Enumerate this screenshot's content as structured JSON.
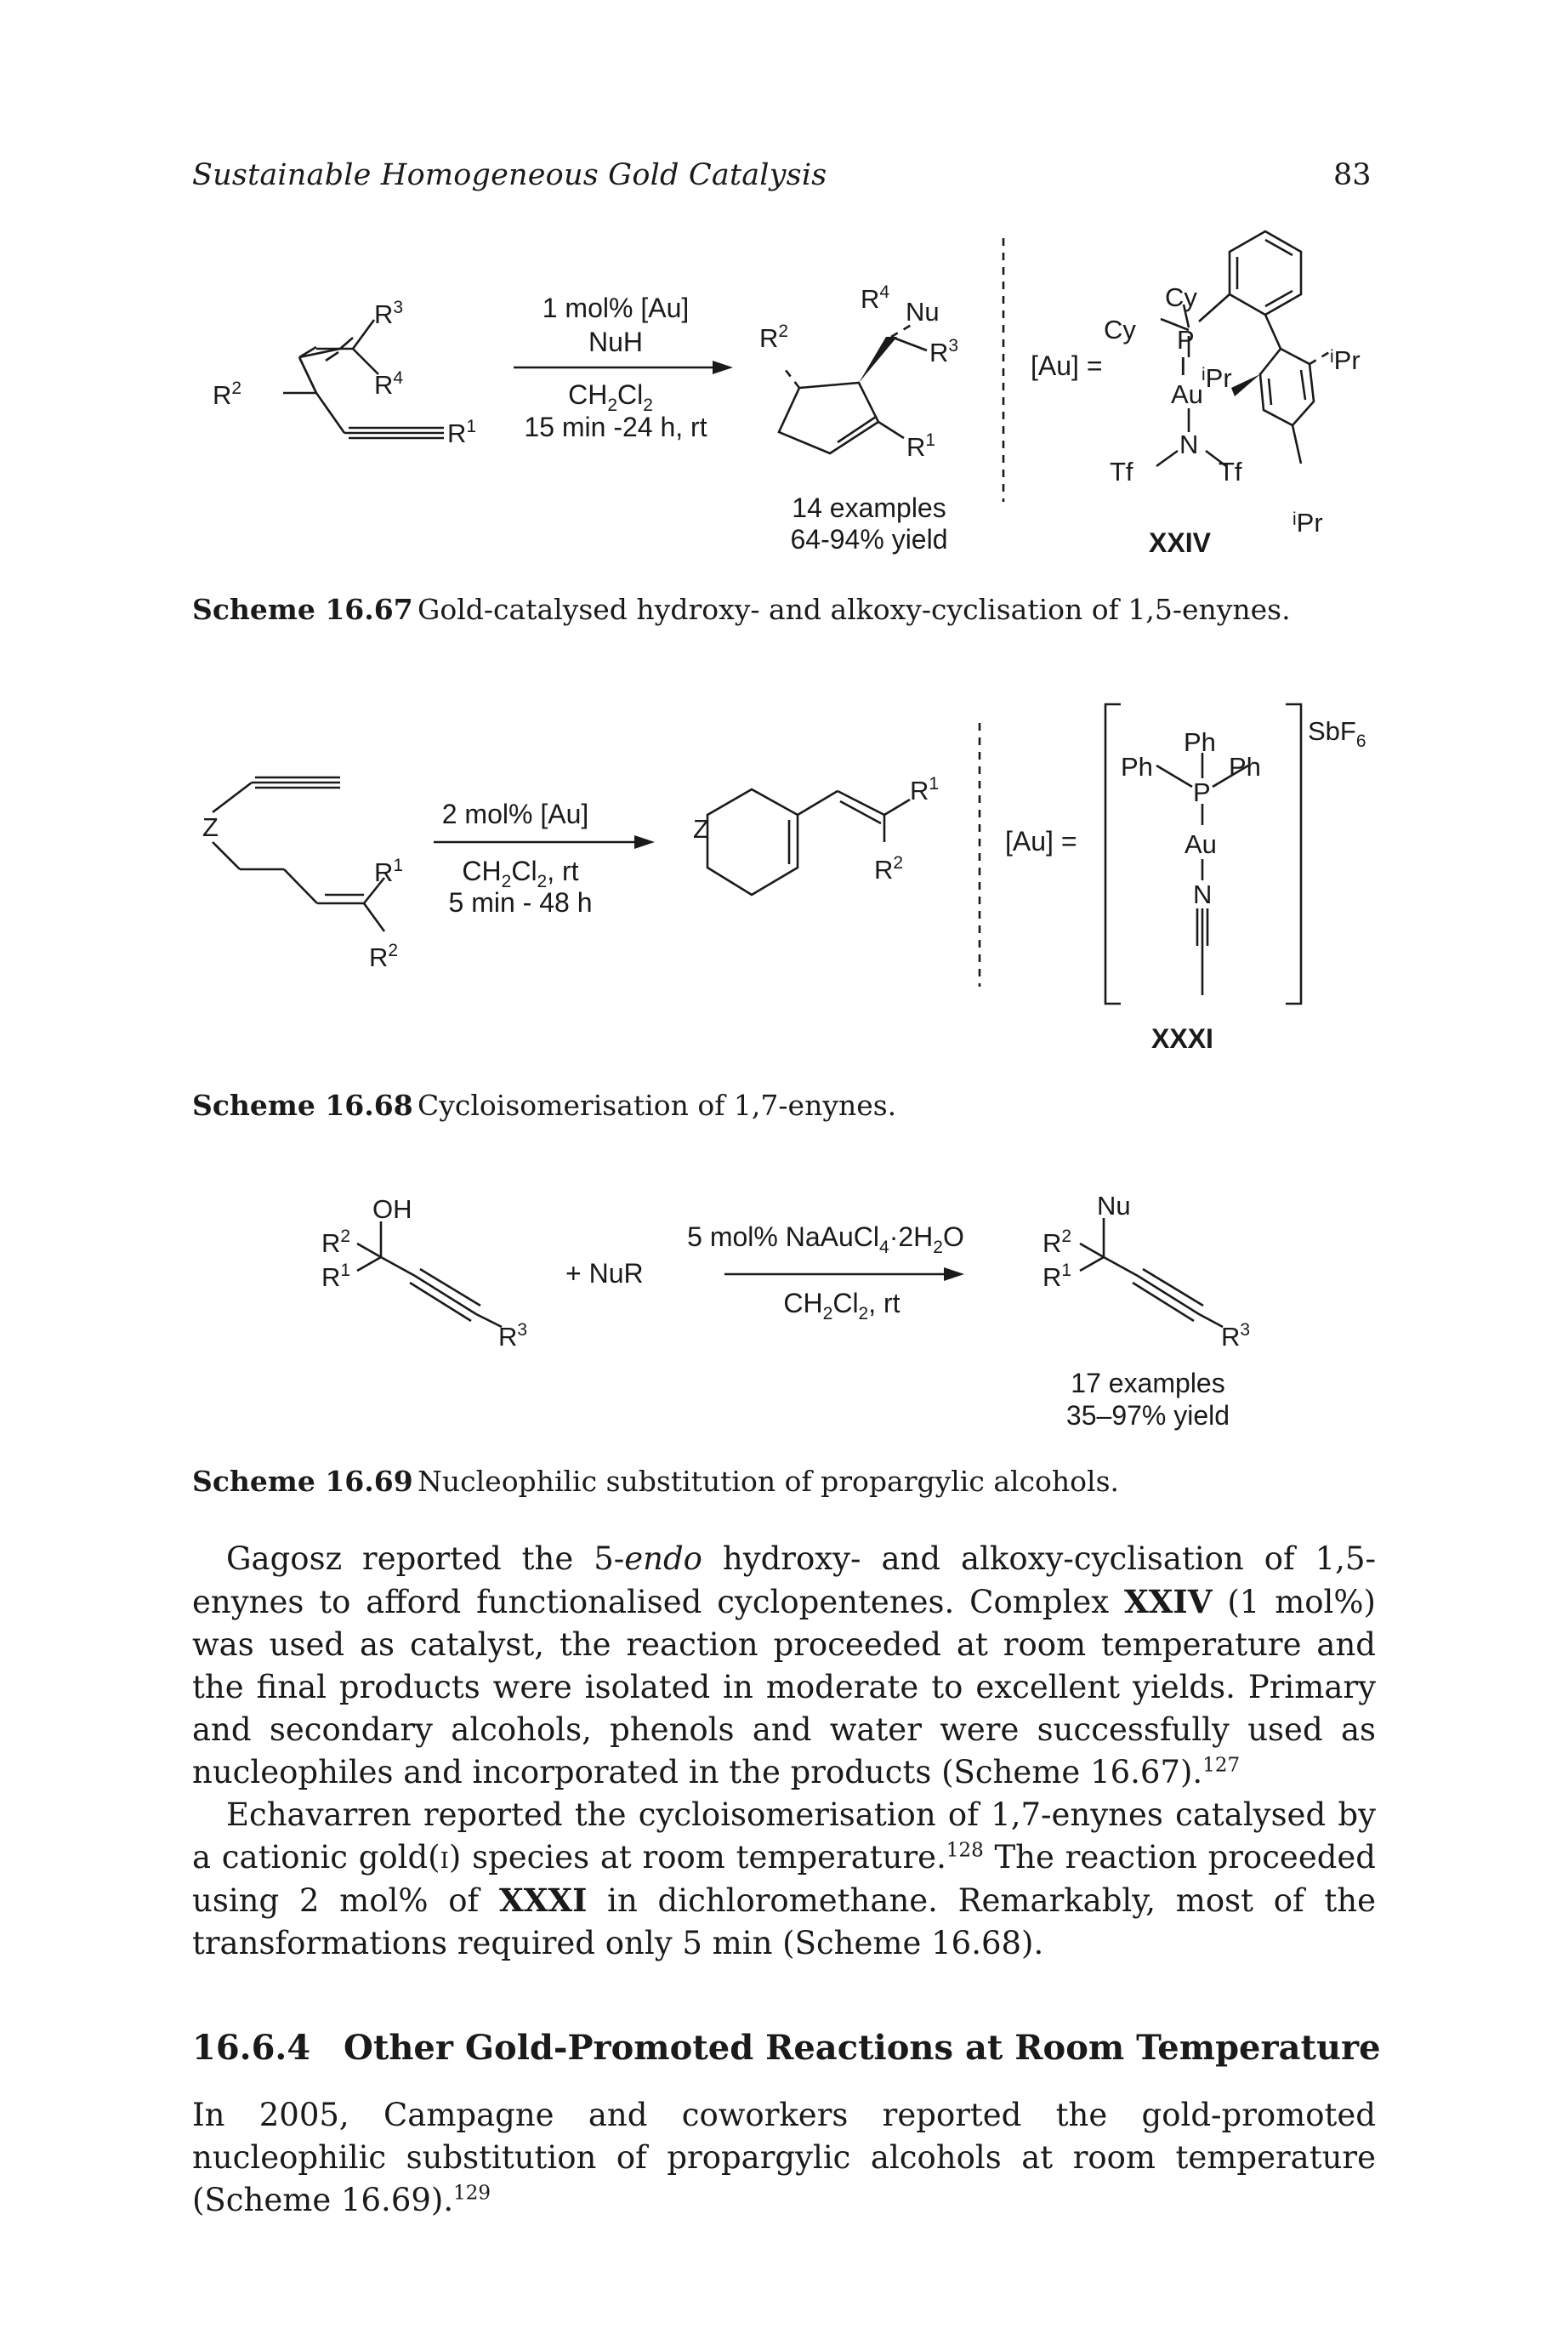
{
  "header": {
    "running_title": "Sustainable Homogeneous Gold Catalysis",
    "page_number": "83"
  },
  "scheme_67": {
    "sm": {
      "R3": "R",
      "R3_sup": "3",
      "R4": "R",
      "R4_sup": "4",
      "R2": "R",
      "R2_sup": "2",
      "R1": "R",
      "R1_sup": "1"
    },
    "conditions_above": [
      "1 mol% [Au]",
      "NuH"
    ],
    "solvent": "CH2Cl2",
    "time": "15 min -24 h, rt",
    "product": {
      "R4": "R4",
      "Nu": "Nu",
      "R2": "R2",
      "R3": "R3",
      "R1": "R1"
    },
    "examples": "14 examples",
    "yield": "64-94% yield",
    "catalyst_eq": "[Au] =",
    "catalyst": {
      "cy1": "Cy",
      "cy2": "Cy",
      "P": "P",
      "Au": "Au",
      "N": "N",
      "tf1": "Tf",
      "tf2": "Tf",
      "ipr1": "Pr",
      "ipr2": "Pr",
      "ipr3": "Pr",
      "ipr_prefix": "i"
    },
    "catalyst_label": "XXIV",
    "caption_label": "Scheme 16.67",
    "caption_text": "Gold-catalysed hydroxy- and alkoxy-cyclisation of 1,5-enynes."
  },
  "scheme_68": {
    "sm": {
      "Z": "Z",
      "R1": "R1",
      "R2": "R2"
    },
    "conditions_above": "2 mol% [Au]",
    "conditions_below": [
      "CH2Cl2, rt",
      "5 min - 48 h"
    ],
    "product": {
      "Z": "Z",
      "R1": "R1",
      "R2": "R2"
    },
    "catalyst_eq": "[Au] =",
    "catalyst": {
      "ph_top": "Ph",
      "ph_left": "Ph",
      "ph_right": "Ph",
      "P": "P",
      "Au": "Au",
      "N": "N",
      "counterion": "SbF6"
    },
    "catalyst_label": "XXXI",
    "caption_label": "Scheme 16.68",
    "caption_text": "Cycloisomerisation of 1,7-enynes."
  },
  "scheme_69": {
    "sm": {
      "OH": "OH",
      "R2": "R2",
      "R1": "R1",
      "R3": "R3"
    },
    "reagent": "+ NuR",
    "conditions_above": "5 mol% NaAuCl4·2H2O",
    "conditions_below": "CH2Cl2, rt",
    "product": {
      "Nu": "Nu",
      "R2": "R2",
      "R1": "R1",
      "R3": "R3"
    },
    "examples": "17 examples",
    "yield": "35–97% yield",
    "caption_label": "Scheme 16.69",
    "caption_text": "Nucleophilic substitution of propargylic alcohols."
  },
  "body": {
    "p1": {
      "a": "Gagosz reported the 5-",
      "endo": "endo",
      "b": " hydroxy- and alkoxy-cyclisation of 1,5-enynes to afford functionalised cyclopentenes. Complex ",
      "xxiv": "XXIV",
      "c": " (1 mol%) was used as catalyst, the reaction proceeded at room temperature and the final products were isolated in moderate to excellent yields. Primary and secondary alcohols, phenols and water were successfully used as nucleophiles and incorporated in the products (Scheme 16.67).",
      "ref": "127"
    },
    "p2": {
      "a": "Echavarren reported the cycloisomerisation of 1,7-enynes catalysed by a cationic gold(",
      "ox": "i",
      "b": ") species at room temperature.",
      "ref1": "128",
      "c": " The reaction proceeded using 2 mol% of ",
      "xxxi": "XXXI",
      "d": " in dichloromethane. Remarkably, most of the transformations required only 5 min (Scheme 16.68)."
    },
    "section_number": "16.6.4",
    "section_title": "Other Gold-Promoted Reactions at Room Temperature",
    "p3": {
      "a": "In 2005, Campagne and coworkers reported the gold-promoted nucleophilic substitution of propargylic alcohols at room temperature (Scheme 16.69).",
      "ref": "129"
    }
  }
}
